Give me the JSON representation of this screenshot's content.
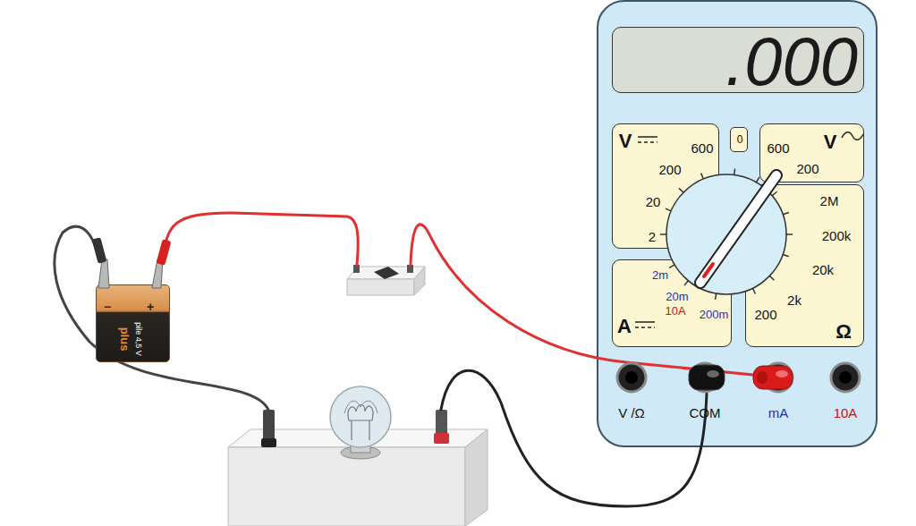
{
  "diagram": {
    "nodes": [
      {
        "text": [
          ".000"
        ]
      },
      {
        "text": [
          "V",
          "600",
          "200",
          "20",
          "2"
        ]
      },
      {
        "text": [
          "0"
        ]
      },
      {
        "text": [
          "600",
          "200",
          "V"
        ]
      },
      {
        "text": [
          "2M",
          "200k",
          "20k",
          "2k",
          "200",
          "Ω"
        ]
      },
      {
        "text": [
          "2m",
          "20m",
          "10A",
          "200m",
          "A"
        ]
      },
      {
        "text": [
          "−",
          "+",
          "pile 4,5 V",
          "plus"
        ]
      }
    ],
    "labels": [
      "V /Ω",
      "COM",
      "mA",
      "10A"
    ]
  }
}
